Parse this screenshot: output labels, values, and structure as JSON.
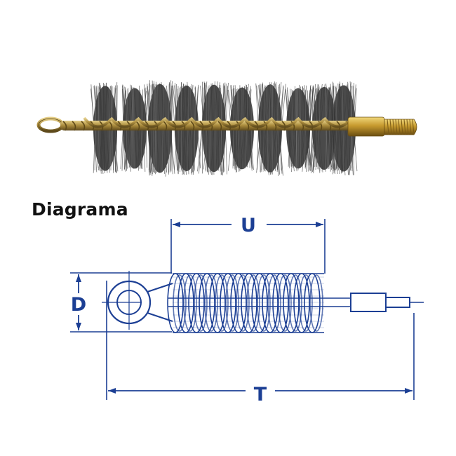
{
  "heading": "Diagrama",
  "dimensions": {
    "U": "U",
    "D": "D",
    "T": "T"
  },
  "colors": {
    "diagram_blue": "#1c3f94",
    "bristle": "#2a2a2a",
    "twisted_wire": "#b89a3c",
    "threaded_tip": "#c9a33a",
    "heading_text": "#111111"
  },
  "icons": {
    "photo": "wire-tube-brush-photo",
    "drawing": "brush-technical-drawing"
  }
}
